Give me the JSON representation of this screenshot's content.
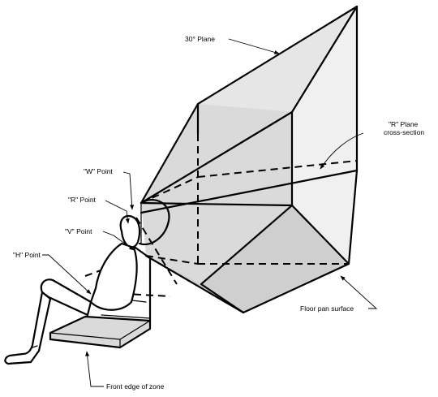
{
  "labels": {
    "plane_30": "30° Plane",
    "r_plane": "\"R\" Plane",
    "r_plane_sub": "cross-section",
    "w_point": "\"W\" Point",
    "r_point": "\"R\" Point",
    "v_point": "\"V\" Point",
    "h_point": "\"H\" Point",
    "floor_pan": "Floor pan surface",
    "front_edge": "Front edge of zone"
  }
}
